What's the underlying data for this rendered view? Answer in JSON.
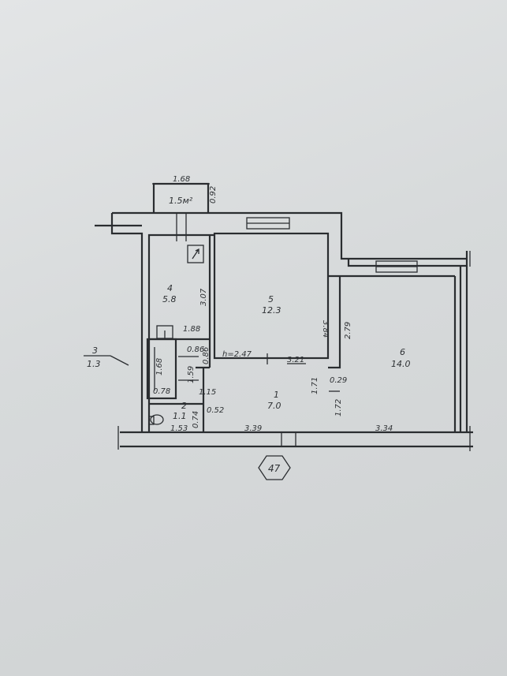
{
  "balcony": {
    "width_label": "1.68",
    "area_label": "1.5м²",
    "depth_label": "0.92"
  },
  "rooms": {
    "r1": {
      "number": "1",
      "area": "7.0"
    },
    "r2": {
      "number": "2",
      "area": "1.1"
    },
    "r3": {
      "number": "3",
      "area": "1.3"
    },
    "r4": {
      "number": "4",
      "area": "5.8"
    },
    "r5": {
      "number": "5",
      "area": "12.3"
    },
    "r6": {
      "number": "6",
      "area": "14.0"
    }
  },
  "dimensions": {
    "d307": "3.07",
    "d384": "3.84",
    "d279": "2.79",
    "d188": "1.88",
    "d086a": "0.86",
    "d086b": "0.86",
    "d168": "1.68",
    "d159": "1.59",
    "d078": "0.78",
    "d115": "1.15",
    "d052": "0.52",
    "d153": "1.53",
    "d074": "0.74",
    "d339": "3.39",
    "d334": "3.34",
    "d321": "3.21",
    "d171": "1.71",
    "d172": "1.72",
    "d029": "0.29",
    "height": "h=2.47"
  },
  "building_tag": "47"
}
